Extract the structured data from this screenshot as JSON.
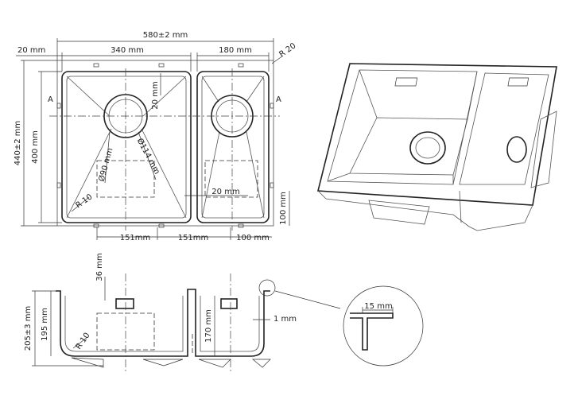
{
  "top_view": {
    "overall_width": "580±2 mm",
    "left_bowl_width": "340 mm",
    "right_bowl_width": "180 mm",
    "edge_offset": "20 mm",
    "corner_radius_outer": "R 20",
    "overall_height": "440±2 mm",
    "bowl_height": "400 mm",
    "drain_offset": "20 mm",
    "drain_diameter": "Ø90 mm",
    "overflow_diameter": "Ø114 mm",
    "divider_gap": "20 mm",
    "inner_radius": "R 10",
    "bottom_margin": "100 mm",
    "bottom_dim_1": "151mm",
    "bottom_dim_2": "151mm",
    "bottom_dim_3": "100 mm",
    "section_mark_left": "A",
    "section_mark_right": "A"
  },
  "section_view": {
    "top_offset": "36 mm",
    "total_height": "205±3 mm",
    "left_depth": "195 mm",
    "right_depth": "170 mm",
    "radius": "R 10",
    "rim_thickness": "1 mm"
  },
  "detail_view": {
    "flange_width": "15 mm"
  }
}
